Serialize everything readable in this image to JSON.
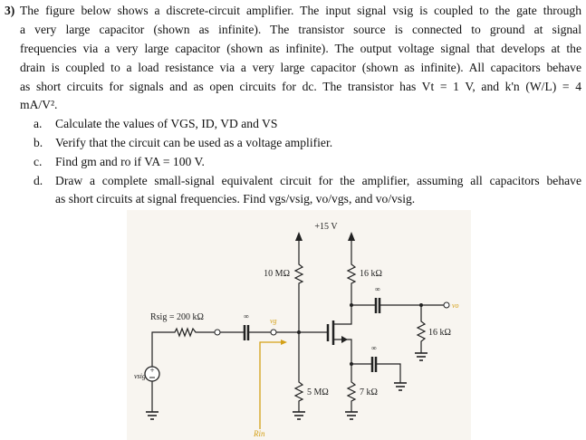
{
  "problem": {
    "number": "3)",
    "lines": [
      "The figure below shows a discrete-circuit amplifier. The input signal vsig is coupled to the gate through",
      "a very large capacitor (shown as infinite). The transistor source is connected to ground at signal",
      "frequencies via a very large capacitor (shown as infinite). The output voltage signal that develops at the",
      "drain is coupled to a load resistance via a very large capacitor (shown as infinite). All capacitors behave",
      "as short circuits for signals and as open circuits for dc. The transistor has Vt = 1 V, and k'n (W/L) = 4",
      "mA/V²."
    ],
    "parts": [
      {
        "label": "a.",
        "text": "Calculate the values of VGS, ID, VD and VS"
      },
      {
        "label": "b.",
        "text": "Verify that the circuit can be used as a voltage amplifier."
      },
      {
        "label": "c.",
        "text": "Find gm and ro if VA = 100 V."
      },
      {
        "label": "d.",
        "text": "Draw a complete small-signal equivalent circuit for the amplifier, assuming all capacitors behave"
      },
      {
        "label": "",
        "text": "as short circuits at signal frequencies. Find vgs/vsig, vo/vgs, and vo/vsig."
      }
    ]
  },
  "circuit": {
    "supply": "+15 V",
    "r_gate_top": "10 MΩ",
    "r_gate_bottom": "5 MΩ",
    "r_drain": "16 kΩ",
    "r_source": "7 kΩ",
    "r_load": "16 kΩ",
    "r_sig": "Rsig = 200 kΩ",
    "cap_label": "∞",
    "v_gate": "vg",
    "v_out": "vo",
    "v_sig": "vsig",
    "r_in": "Rin",
    "accent_color": "#d4a017"
  }
}
